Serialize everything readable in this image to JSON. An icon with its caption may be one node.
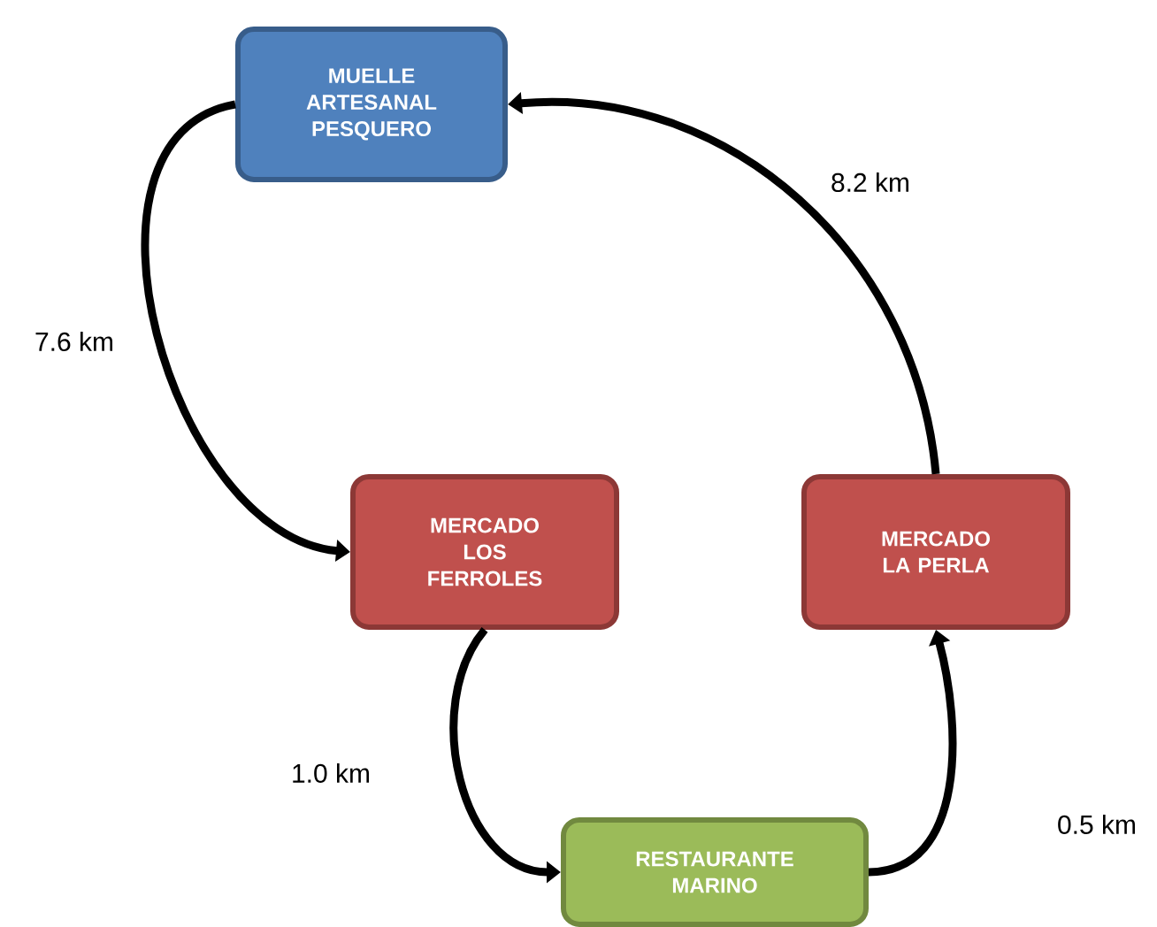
{
  "diagram": {
    "nodes": [
      {
        "text": [
          "MUELLE ARTESANAL PESQUERO"
        ]
      },
      {
        "text": [
          "MERCADO LOS FERROLES"
        ]
      },
      {
        "text": [
          "MERCADO LA PERLA"
        ]
      },
      {
        "text": [
          "RESTAURANTE MARINO"
        ]
      }
    ],
    "edges": [
      {
        "from": 0,
        "to": 1,
        "arrow": "to",
        "label": "7.6 km"
      },
      {
        "from": 1,
        "to": 3,
        "arrow": "to",
        "label": "1.0 km"
      },
      {
        "from": 3,
        "to": 2,
        "arrow": "to",
        "label": "0.5 km"
      },
      {
        "from": 2,
        "to": 0,
        "arrow": "to",
        "label": "8.2 km"
      }
    ]
  }
}
